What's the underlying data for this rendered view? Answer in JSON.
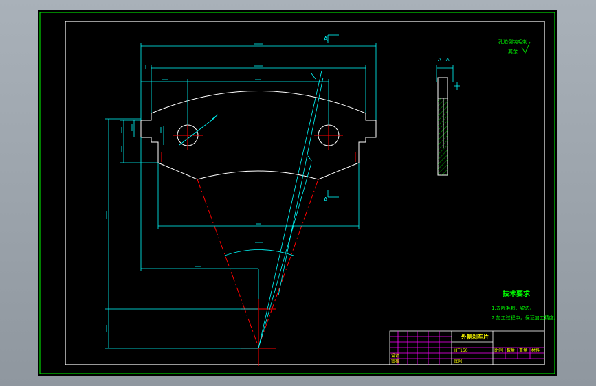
{
  "colors": {
    "background": "#000000",
    "frame": "#00ff00",
    "geometry": "#ffffff",
    "dimension": "#00ffff",
    "center_line": "#ff0000",
    "notes": "#00ff00",
    "title_block": "#ff00ff",
    "hatch": "#00ff00"
  },
  "labels": {
    "section_a_top": "A",
    "section_a_bottom": "A",
    "section_view": "A—A",
    "roughness_note_line1": "孔边倒钝毛刺",
    "roughness_note_line2": "其余"
  },
  "tech_requirements": {
    "heading": "技术要求",
    "items": [
      "1.去除毛刺、锐边。",
      "2.加工过程中，保证加工精度。"
    ]
  },
  "title_block": {
    "part_name": "外侧刹车片",
    "material": "HT150",
    "label_scale": "比例",
    "label_qty": "数量",
    "label_weight": "重量",
    "label_material": "材料",
    "label_design": "设计",
    "label_check": "审核",
    "label_drawing_no": "图号"
  }
}
